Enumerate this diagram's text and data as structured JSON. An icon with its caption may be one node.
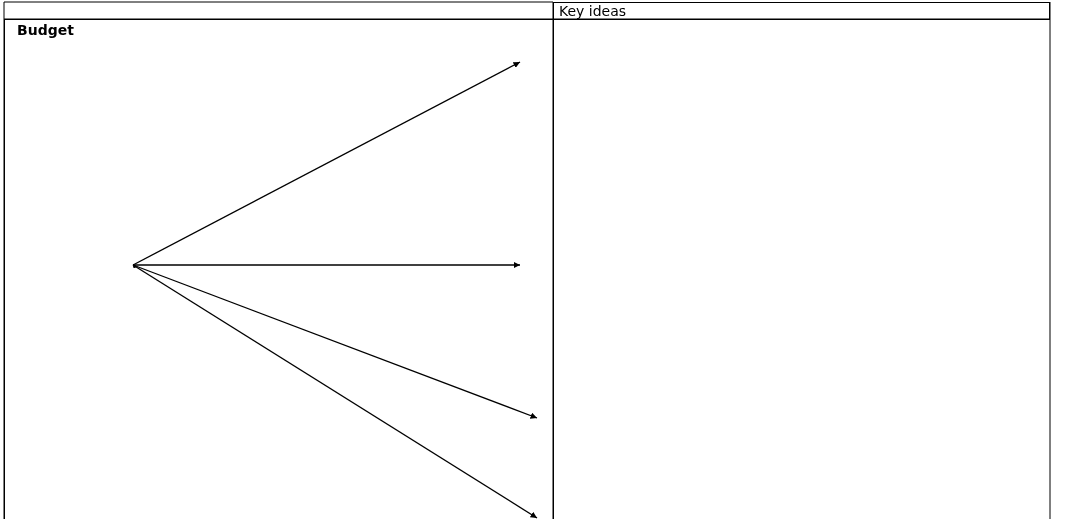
{
  "diagram": {
    "nodes": [
      {
        "text": [
          "Key ideas"
        ]
      },
      {
        "text": [
          "Budget"
        ]
      },
      {
        "text": [],
        "shape": "point",
        "in": 1
      }
    ],
    "edges": [
      {
        "from": 2,
        "to": null,
        "arrow": "to"
      },
      {
        "from": 2,
        "to": null,
        "arrow": "to"
      },
      {
        "from": 2,
        "to": null,
        "arrow": "to"
      },
      {
        "from": 2,
        "to": null,
        "arrow": "to"
      }
    ]
  }
}
